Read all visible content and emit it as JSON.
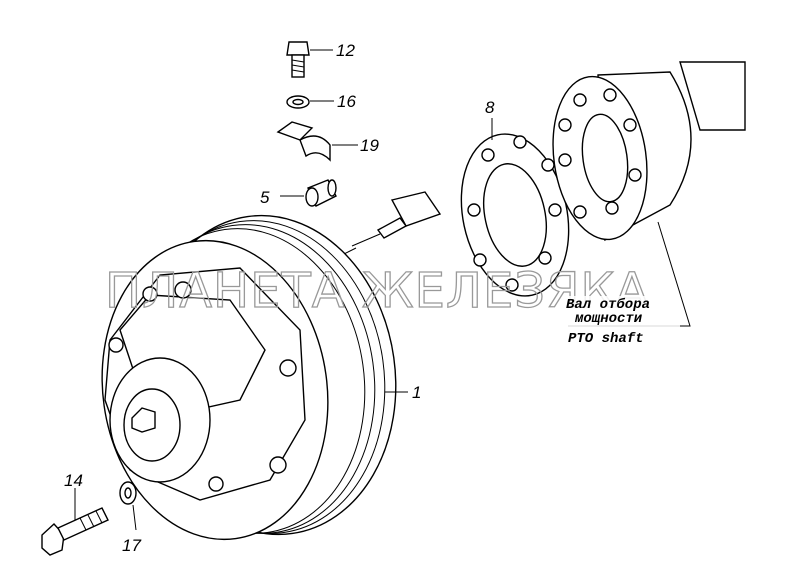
{
  "watermark": "ПЛАНЕТА ЖЕЛЕЗЯКА",
  "callouts": {
    "bolt_top": "12",
    "washer_top": "16",
    "clamp": "19",
    "sleeve": "5",
    "gasket": "8",
    "clutch": "1",
    "bolt_bottom": "14",
    "washer_bottom": "17"
  },
  "pto_caption": {
    "line1": "Вал отбора",
    "line2": "мощности",
    "line3": "PTO shaft"
  }
}
